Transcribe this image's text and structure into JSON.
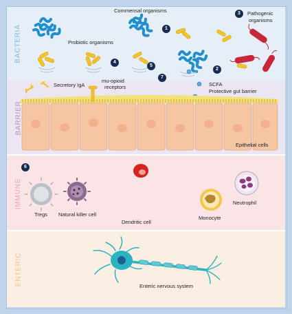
{
  "sections": {
    "bacteria": {
      "label": "BACTERIA",
      "color": "#7db7de"
    },
    "barrier": {
      "label": "BARRIER",
      "color": "#a496c0"
    },
    "immune": {
      "label": "IMMUNE",
      "color": "#f2a3ad"
    },
    "enteric": {
      "label": "ENTERIC",
      "color": "#f4c08e"
    }
  },
  "labels": {
    "commensal": "Commensal organisms",
    "pathogenic_line1": "Pathogenic",
    "pathogenic_line2": "organisms",
    "probiotic": "Probiotic organisms",
    "secretory_iga": "Secretory IgA",
    "mu_opioid_line1": "mu-opioid",
    "mu_opioid_line2": "receptors",
    "scfa": "SCFA",
    "protective_barrier": "Protective gut barrier",
    "epithelial": "Epithelial cells",
    "tregs": "Tregs",
    "nk_cell": "Natural killer cell",
    "dendritic": "Dendritic cell",
    "monocyte": "Monocyte",
    "neutrophil": "Neutrophil",
    "enteric_ns": "Enteric nervous system"
  },
  "markers": [
    "1",
    "2",
    "3",
    "4",
    "5",
    "6",
    "7"
  ],
  "colors": {
    "commensal": "#1f8fd0",
    "probiotic": "#f2c42a",
    "pathogenic": "#c6273a",
    "epithelial": "#f6c5a4",
    "barrier_layer": "#f3e27a",
    "neuron": "#2cb3c3"
  }
}
